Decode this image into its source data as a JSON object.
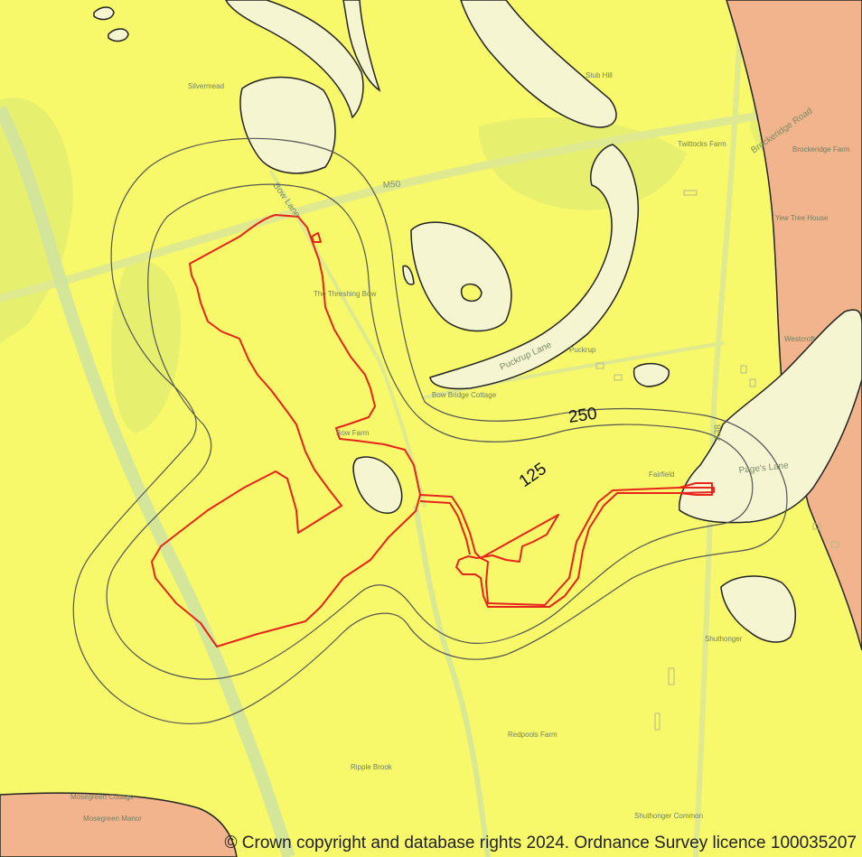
{
  "map": {
    "colors": {
      "background": "#f7f86a",
      "salmon_zone": "#f2b48c",
      "pale_zone": "#f6f5d2",
      "site_boundary": "#e8231b",
      "buffer_line": "#555555",
      "river": "#cfe3a0"
    },
    "buffers": [
      {
        "label": "250"
      },
      {
        "label": "125"
      }
    ],
    "places": [
      {
        "id": "silvermead",
        "text": "Silvermead"
      },
      {
        "id": "stub-hill",
        "text": "Stub Hill"
      },
      {
        "id": "twittocks-farm",
        "text": "Twittocks Farm"
      },
      {
        "id": "brockeridge-farm",
        "text": "Brockeridge Farm"
      },
      {
        "id": "yew-tree-house",
        "text": "Yew Tree House"
      },
      {
        "id": "the-threshing-bow",
        "text": "The Threshing Bow"
      },
      {
        "id": "westcroft",
        "text": "Westcroft"
      },
      {
        "id": "puckrup",
        "text": "Puckrup"
      },
      {
        "id": "bow-farm",
        "text": "Bow Farm"
      },
      {
        "id": "bow-bridge-cottage",
        "text": "Bow Bridge Cottage"
      },
      {
        "id": "fairfield",
        "text": "Fairfield"
      },
      {
        "id": "shuthonger",
        "text": "Shuthonger"
      },
      {
        "id": "redpools-farm",
        "text": "Redpools Farm"
      },
      {
        "id": "ripple-brook",
        "text": "Ripple Brook"
      },
      {
        "id": "shuthonger-common",
        "text": "Shuthonger Common"
      },
      {
        "id": "mosegreen-cottage",
        "text": "Mosegreen Cottage"
      },
      {
        "id": "mosegreen-manor",
        "text": "Mosegreen Manor"
      }
    ],
    "roads": [
      {
        "id": "m50",
        "text": "M50"
      },
      {
        "id": "bow-lane",
        "text": "Bow Lane"
      },
      {
        "id": "brockeridge-road",
        "text": "Brockeridge Road"
      },
      {
        "id": "puckrup-lane",
        "text": "Puckrup Lane"
      },
      {
        "id": "pages-lane",
        "text": "Page's Lane"
      },
      {
        "id": "a38",
        "text": "A38"
      }
    ],
    "copyright": "© Crown copyright and database rights 2024. Ordnance Survey licence 100035207"
  }
}
